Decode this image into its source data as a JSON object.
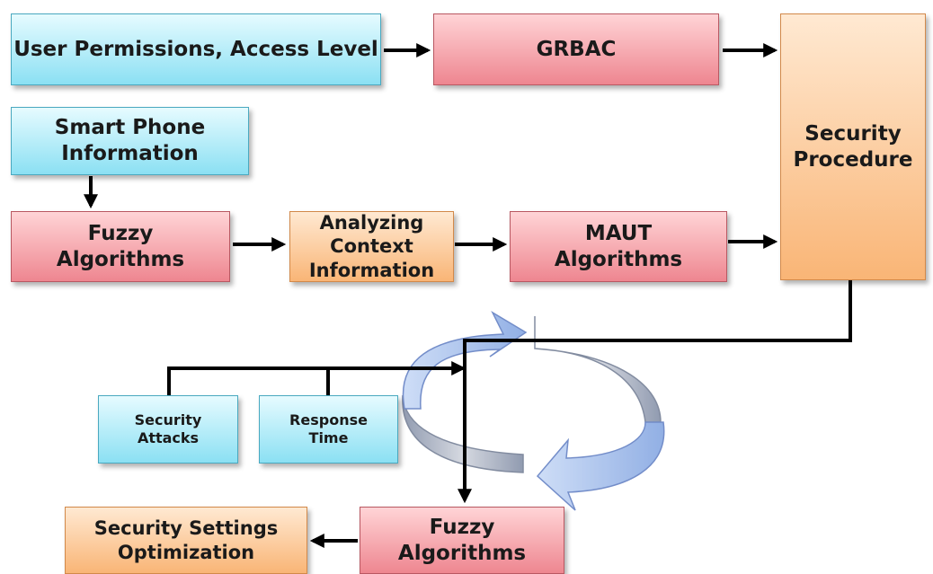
{
  "nodes": {
    "user_permissions": "User Permissions, Access Level",
    "grbac": "GRBAC",
    "security_procedure": "Security Procedure",
    "smart_phone_info": "Smart Phone Information",
    "fuzzy_algorithms_top": "Fuzzy Algorithms",
    "analyzing_context": "Analyzing Context Information",
    "maut_algorithms": "MAUT Algorithms",
    "security_attacks": "Security Attacks",
    "response_time": "Response Time",
    "security_settings": "Security Settings Optimization",
    "fuzzy_algorithms_bottom": "Fuzzy Algorithms"
  },
  "colors": {
    "input_box": "#8be0f3",
    "process_box": "#ee8690",
    "output_box": "#f9b576",
    "cycle_arrow": "#9ab8ec",
    "connector": "#000000"
  },
  "icons": {
    "cycle": "circular-cycle-arrows-icon"
  }
}
